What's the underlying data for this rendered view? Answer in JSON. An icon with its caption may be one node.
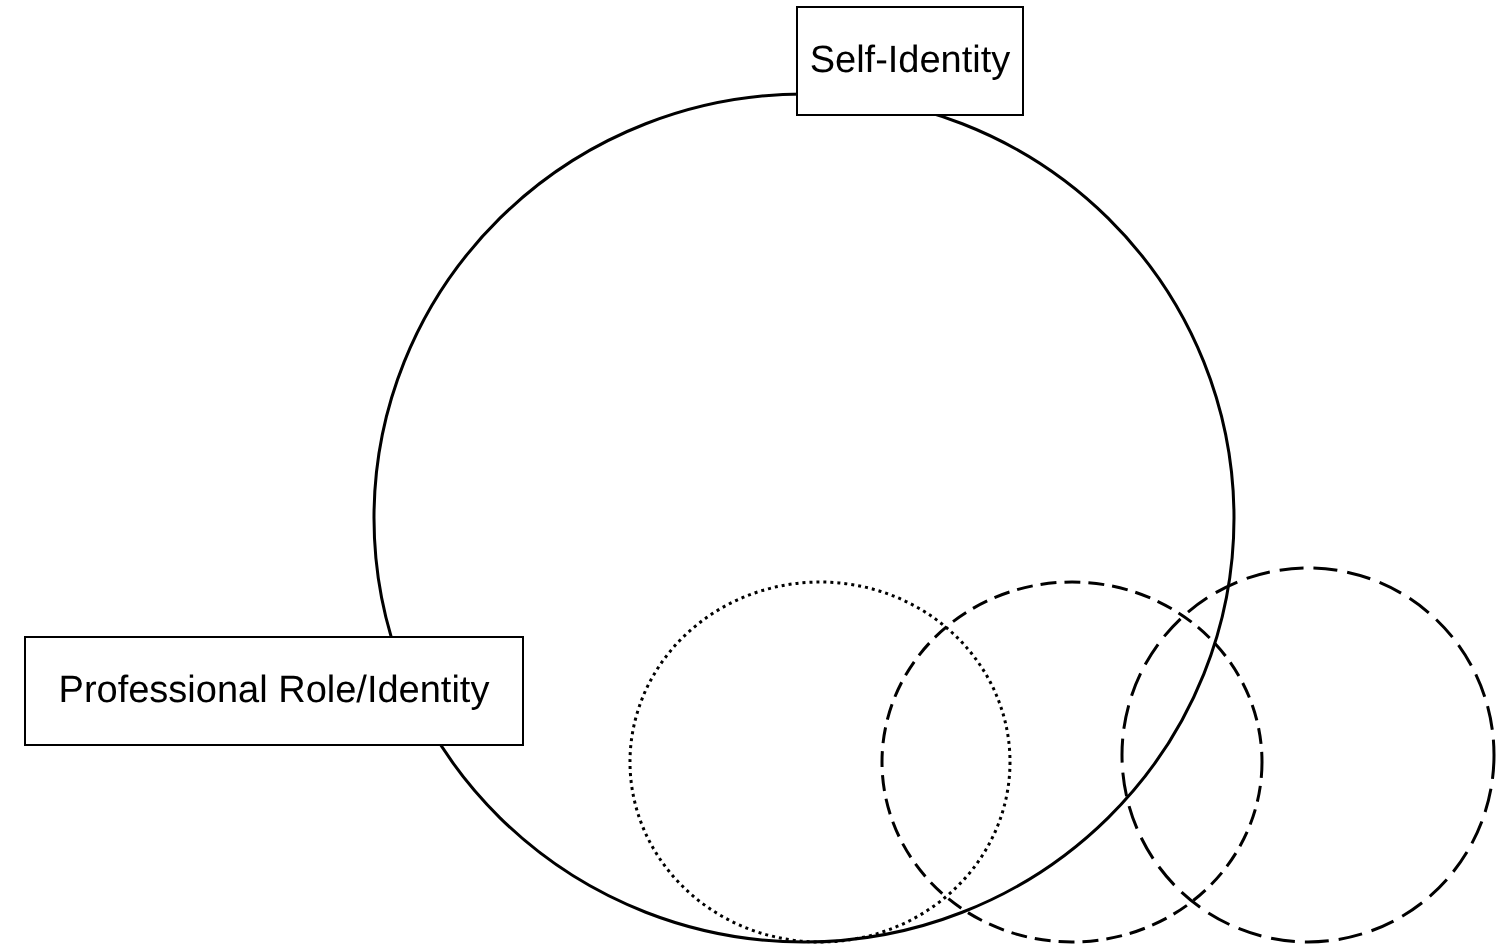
{
  "diagram": {
    "nodes": [
      {
        "text": [
          "Self-Identity"
        ]
      },
      {
        "text": [],
        "shape": "circle"
      },
      {
        "text": [
          "Professional Role/Identity"
        ]
      },
      {
        "text": [],
        "shape": "circle",
        "in": 1
      },
      {
        "text": [],
        "shape": "circle"
      },
      {
        "text": [],
        "shape": "circle"
      }
    ]
  }
}
